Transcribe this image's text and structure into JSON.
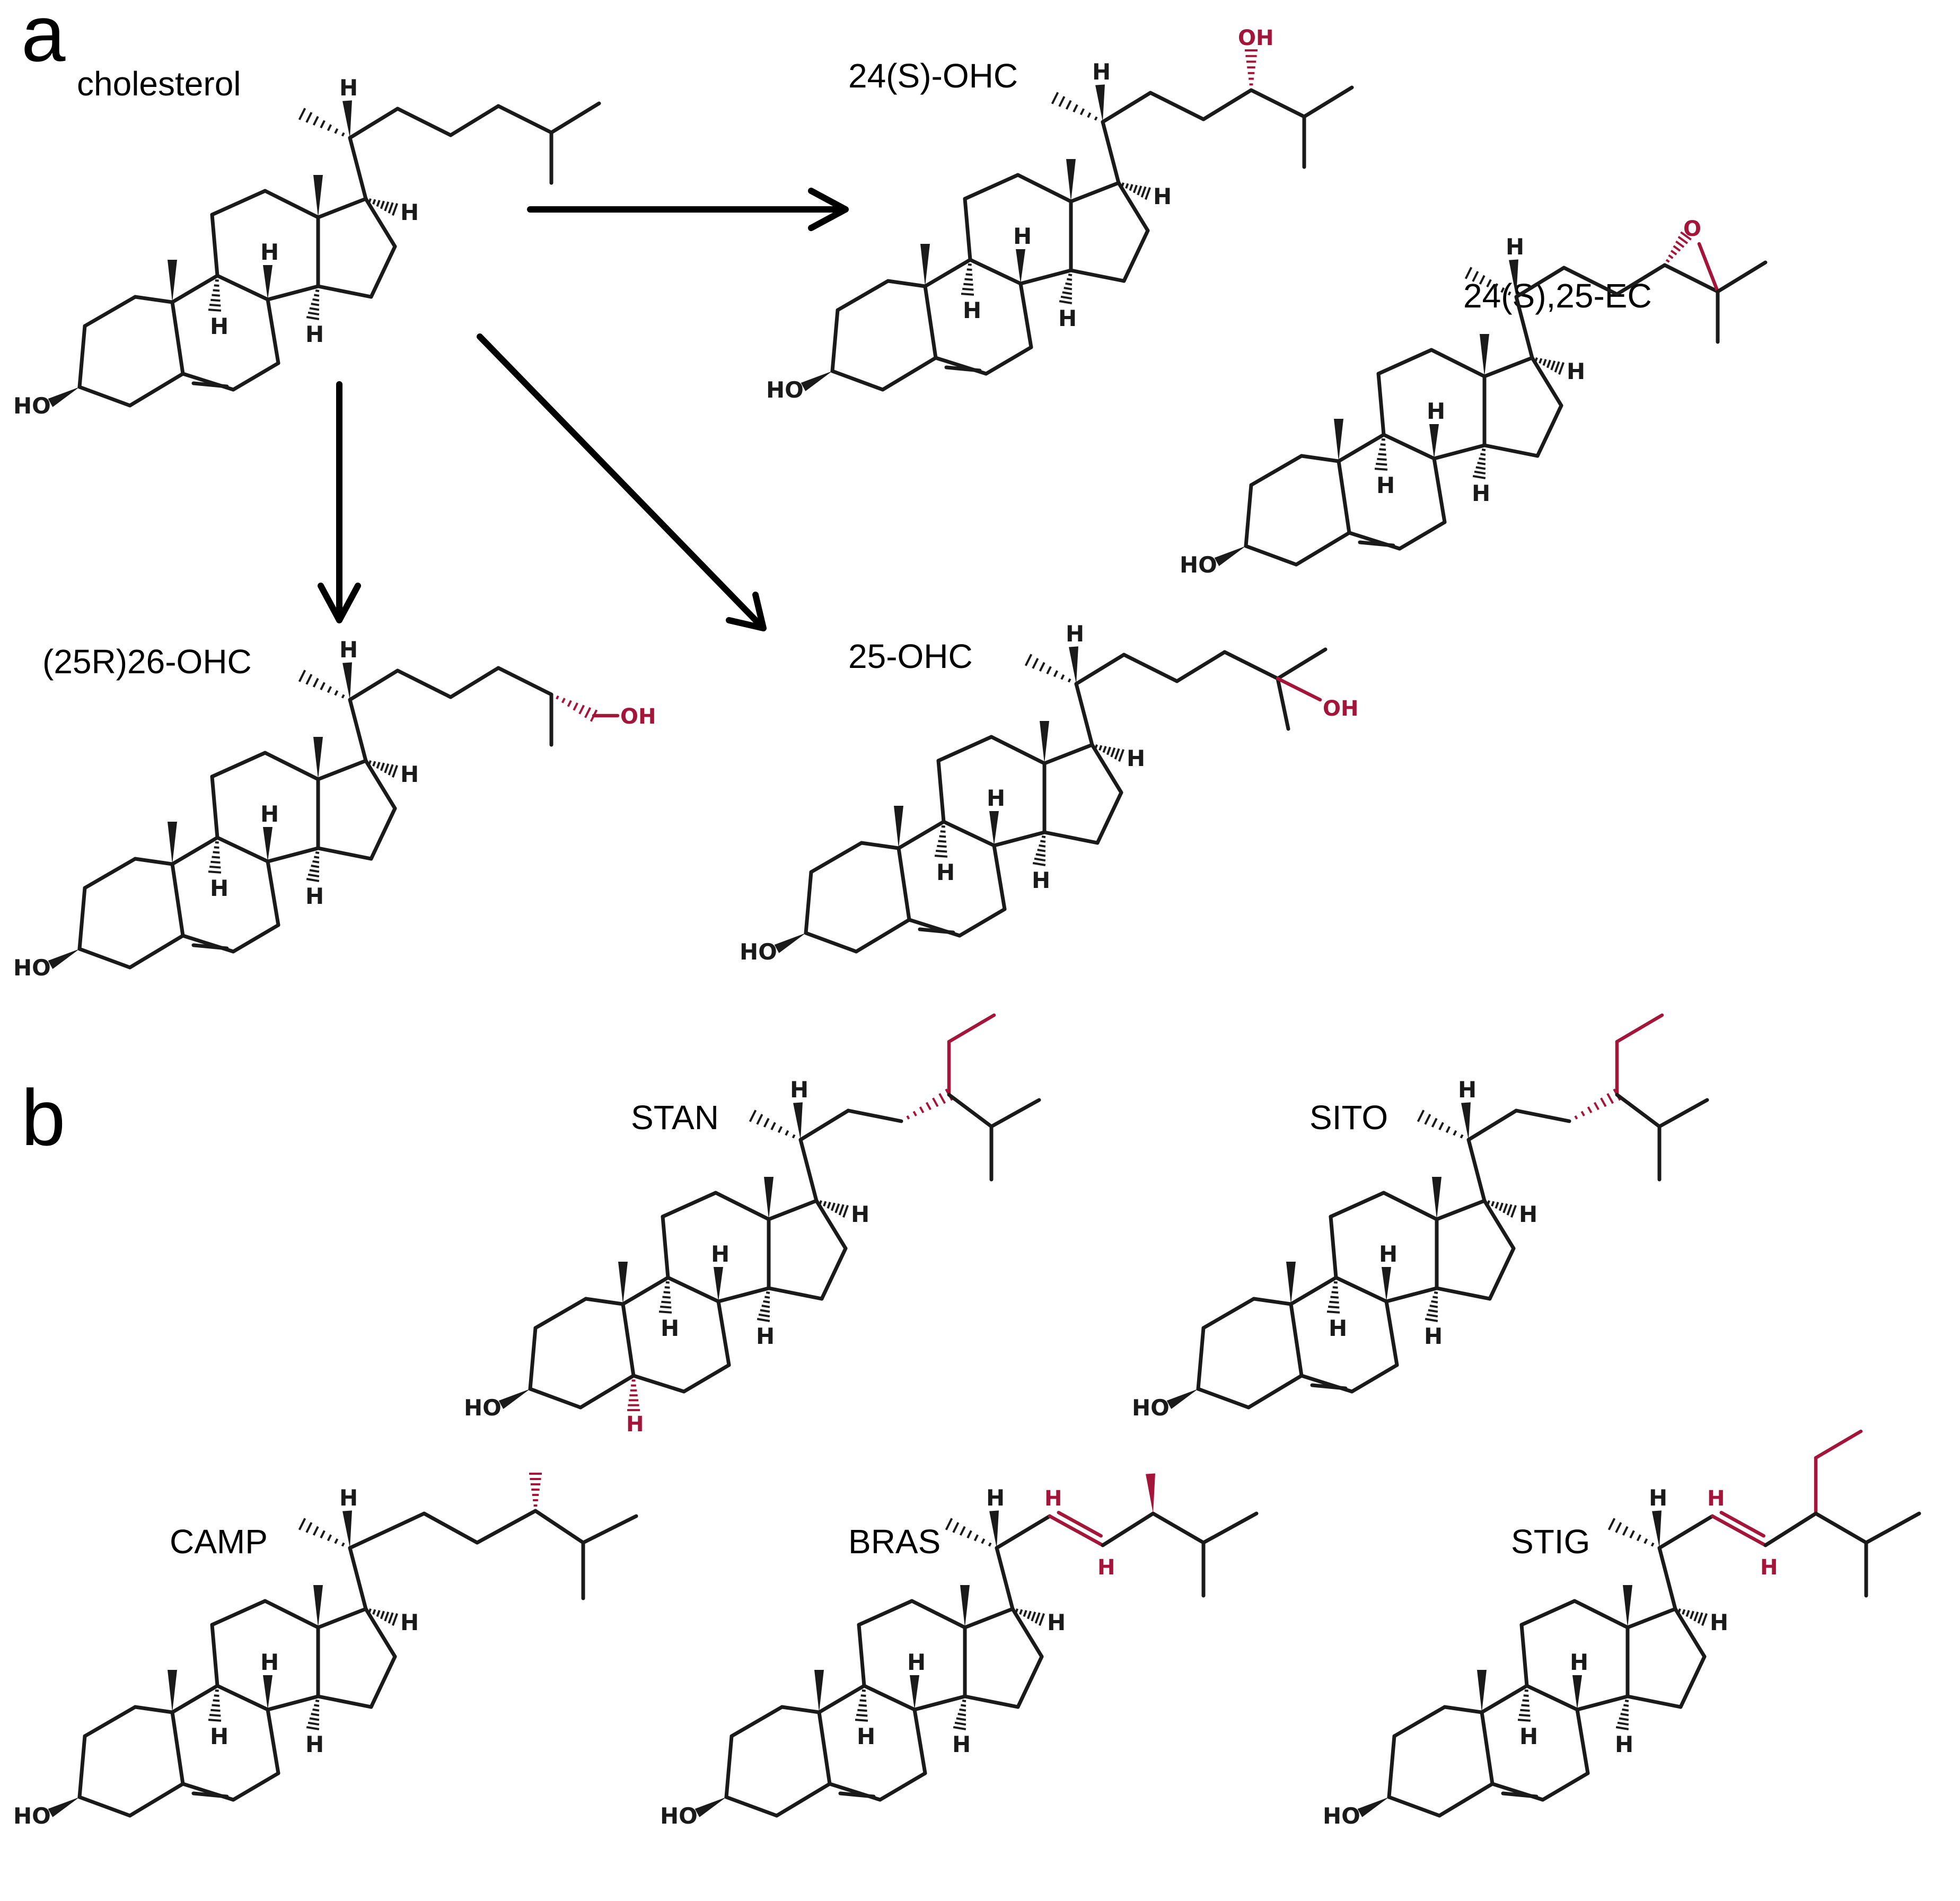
{
  "panels": {
    "a": {
      "letter": "a",
      "labels": {
        "cholesterol": "cholesterol",
        "ohc24s": "24(S)-OHC",
        "ec2425": "24(S),25-EC",
        "ohc26": "(25R)26-OHC",
        "ohc25": "25-OHC"
      }
    },
    "b": {
      "letter": "b",
      "labels": {
        "stan": "STAN",
        "sito": "SITO",
        "camp": "CAMP",
        "bras": "BRAS",
        "stig": "STIG"
      }
    }
  },
  "atoms": {
    "hydroxyl_left": "HO",
    "hydroxyl_right": "OH",
    "hydrogen": "H",
    "oxygen": "O"
  },
  "colors": {
    "ink": "#1a1a1a",
    "modification": "#a3163a",
    "background": "#ffffff"
  }
}
